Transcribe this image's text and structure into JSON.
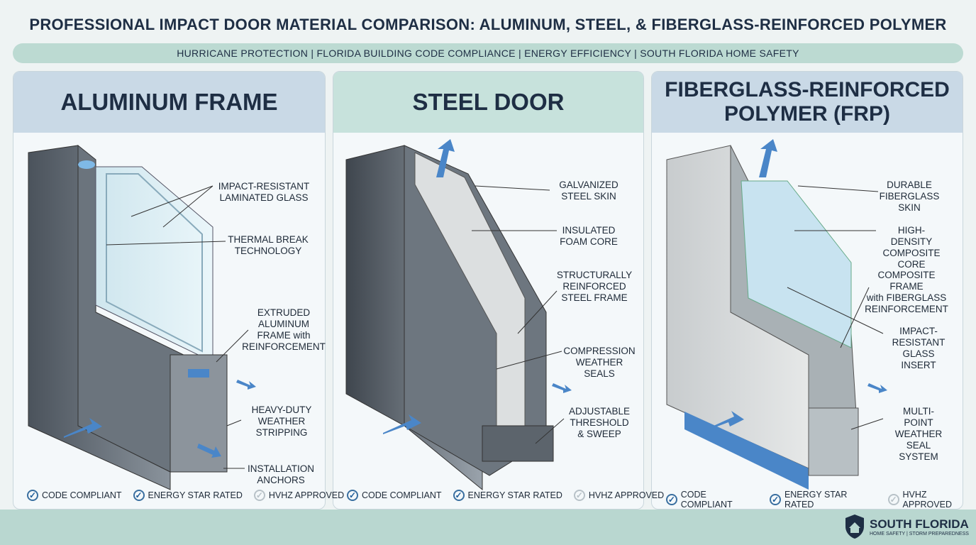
{
  "title": "PROFESSIONAL IMPACT DOOR MATERIAL COMPARISON: ALUMINUM, STEEL, & FIBERGLASS-REINFORCED POLYMER",
  "subtitle": "HURRICANE PROTECTION | FLORIDA BUILDING CODE COMPLIANCE | ENERGY EFFICIENCY | SOUTH FLORIDA HOME SAFETY",
  "colors": {
    "accent_blue": "#4a86c8",
    "header_blue": "#c9d9e6",
    "header_green": "#c7e2dc",
    "navy": "#1e2e44"
  },
  "panels": [
    {
      "title": "ALUMINUM FRAME",
      "labels": [
        "IMPACT-RESISTANT\nLAMINATED GLASS",
        "THERMAL BREAK\nTECHNOLOGY",
        "EXTRUDED\nALUMINUM\nFRAME with\nREINFORCEMENT",
        "HEAVY-DUTY\nWEATHER\nSTRIPPING",
        "INSTALLATION\nANCHORS"
      ],
      "badges": [
        {
          "label": "CODE COMPLIANT",
          "checked": true
        },
        {
          "label": "ENERGY STAR RATED",
          "checked": true
        },
        {
          "label": "HVHZ APPROVED",
          "checked": false
        }
      ]
    },
    {
      "title": "STEEL DOOR",
      "labels": [
        "GALVANIZED\nSTEEL SKIN",
        "INSULATED\nFOAM CORE",
        "STRUCTURALLY\nREINFORCED\nSTEEL FRAME",
        "COMPRESSION\nWEATHER\nSEALS",
        "ADJUSTABLE\nTHRESHOLD\n& SWEEP"
      ],
      "badges": [
        {
          "label": "CODE COMPLIANT",
          "checked": true
        },
        {
          "label": "ENERGY STAR RATED",
          "checked": true
        },
        {
          "label": "HVHZ APPROVED",
          "checked": false
        }
      ]
    },
    {
      "title": "FIBERGLASS-REINFORCED\nPOLYMER (FRP)",
      "labels": [
        "DURABLE\nFIBERGLASS SKIN",
        "HIGH-DENSITY\nCOMPOSITE CORE",
        "COMPOSITE FRAME\nwith FIBERGLASS\nREINFORCEMENT",
        "IMPACT-\nRESISTANT\nGLASS INSERT",
        "MULTI-POINT\nWEATHER\nSEAL SYSTEM"
      ],
      "badges": [
        {
          "label": "CODE COMPLIANT",
          "checked": true
        },
        {
          "label": "ENERGY STAR RATED",
          "checked": true
        },
        {
          "label": "HVHZ APPROVED",
          "checked": false
        }
      ]
    }
  ],
  "logo": {
    "name": "SOUTH FLORIDA",
    "tagline": "HOME SAFETY | STORM PREPAREDNESS",
    "icon": "house-shield-icon"
  }
}
